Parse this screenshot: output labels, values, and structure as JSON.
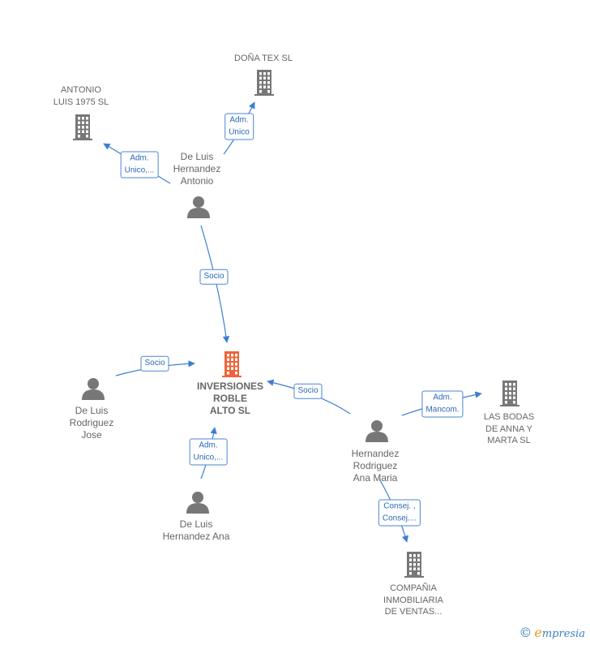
{
  "colors": {
    "edge": "#3d7fd0",
    "edge_label_border": "#4a86d6",
    "edge_label_text": "#2d67b5",
    "node_icon": "#777777",
    "center_icon": "#f0633a",
    "label_text": "#666666"
  },
  "nodes": [
    {
      "id": "dona_tex",
      "kind": "company",
      "label": "DOÑA TEX SL",
      "icon": "building-icon"
    },
    {
      "id": "antonio_luis",
      "kind": "company",
      "label": "ANTONIO\nLUIS 1975  SL",
      "icon": "building-icon"
    },
    {
      "id": "de_luis_antonio",
      "kind": "person",
      "label": "De Luis\nHernandez\nAntonio",
      "icon": "person-icon"
    },
    {
      "id": "inversiones",
      "kind": "center",
      "label": "INVERSIONES\nROBLE\nALTO  SL",
      "icon": "building-icon"
    },
    {
      "id": "de_luis_jose",
      "kind": "person",
      "label": "De Luis\nRodriguez\nJose",
      "icon": "person-icon"
    },
    {
      "id": "de_luis_ana",
      "kind": "person",
      "label": "De Luis\nHernandez Ana",
      "icon": "person-icon"
    },
    {
      "id": "hernandez_ana_maria",
      "kind": "person",
      "label": "Hernandez\nRodriguez\nAna Maria",
      "icon": "person-icon"
    },
    {
      "id": "las_bodas",
      "kind": "company",
      "label": "LAS BODAS\nDE ANNA Y\nMARTA  SL",
      "icon": "building-icon"
    },
    {
      "id": "compania",
      "kind": "company",
      "label": "COMPAÑIA\nINMOBILIARIA\nDE VENTAS...",
      "icon": "building-icon"
    }
  ],
  "edges": [
    {
      "from": "de_luis_antonio",
      "to": "dona_tex",
      "label": "Adm.\nUnico"
    },
    {
      "from": "de_luis_antonio",
      "to": "antonio_luis",
      "label": "Adm.\nUnico,..."
    },
    {
      "from": "de_luis_antonio",
      "to": "inversiones",
      "label": "Socio"
    },
    {
      "from": "de_luis_jose",
      "to": "inversiones",
      "label": "Socio"
    },
    {
      "from": "hernandez_ana_maria",
      "to": "inversiones",
      "label": "Socio"
    },
    {
      "from": "de_luis_ana",
      "to": "inversiones",
      "label": "Adm.\nUnico,..."
    },
    {
      "from": "hernandez_ana_maria",
      "to": "las_bodas",
      "label": "Adm.\nMancom."
    },
    {
      "from": "hernandez_ana_maria",
      "to": "compania",
      "label": "Consej. ,\nConsej...."
    }
  ],
  "watermark": {
    "copyright": "©",
    "brand_initial": "e",
    "brand_rest": "mpresia"
  }
}
